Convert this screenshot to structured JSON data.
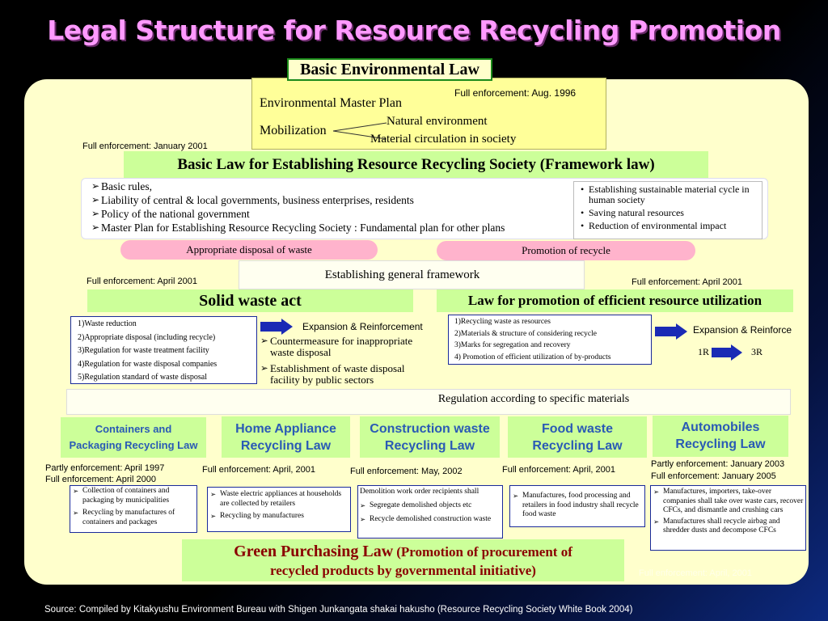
{
  "title": "Legal Structure for Resource Recycling Promotion",
  "basic_env": {
    "label": "Basic Environmental Law",
    "enforcement": "Full enforcement: Aug. 1996",
    "master_plan": "Environmental Master Plan",
    "mobilization": "Mobilization",
    "natural": "Natural environment",
    "material": "Material circulation in society"
  },
  "framework": {
    "enforcement": "Full enforcement: January 2001",
    "label": "Basic Law for Establishing Resource Recycling Society (Framework law)",
    "items": [
      "Basic rules,",
      "Liability of central & local governments, business enterprises, residents",
      "Policy of the national government",
      "Master Plan for Establishing Resource Recycling Society : Fundamental plan for other plans"
    ],
    "goals": [
      "Establishing sustainable material cycle in human society",
      "Saving natural resources",
      "Reduction of environmental impact"
    ],
    "pink_left": "Appropriate disposal of waste",
    "pink_right": "Promotion of recycle",
    "general_framework": "Establishing general framework"
  },
  "solid_waste": {
    "enforcement": "Full enforcement: April 2001",
    "label": "Solid waste act",
    "items": [
      "1)Waste reduction",
      "2)Appropriate disposal (including recycle)",
      "3)Regulation for waste treatment facility",
      "4)Regulation for waste disposal companies",
      "5)Regulation standard of waste disposal"
    ],
    "expansion": "Expansion & Reinforcement",
    "measures": [
      "Countermeasure for inappropriate waste disposal",
      "Establishment of waste disposal facility by public sectors"
    ]
  },
  "efficient": {
    "enforcement": "Full enforcement: April 2001",
    "label": "Law for promotion of efficient resource utilization",
    "items": [
      "1)Recycling waste as resources",
      "2)Materials & structure of considering recycle",
      "3)Marks for segregation and recovery",
      "4) Promotion of efficient utilization of by-products"
    ],
    "expansion": "Expansion & Reinforce",
    "from": "1R",
    "to": "3R"
  },
  "specific": {
    "label": "Regulation according to specific materials",
    "laws": [
      {
        "name_lines": [
          "Containers and",
          "Packaging Recycling Law"
        ],
        "enforcement": [
          "Partly enforcement: April 1997",
          "Full enforcement: April 2000"
        ],
        "items": [
          "Collection of containers and packaging by municipalities",
          "Recycling by manufactures of containers and packages"
        ]
      },
      {
        "name_lines": [
          "Home Appliance",
          "Recycling Law"
        ],
        "enforcement": [
          "Full enforcement: April, 2001"
        ],
        "items": [
          "Waste electric appliances at households are collected by retailers",
          "Recycling by manufactures"
        ]
      },
      {
        "name_lines": [
          "Construction waste",
          "Recycling Law"
        ],
        "enforcement": [
          "Full enforcement: May, 2002"
        ],
        "heading": "Demolition work order recipients shall",
        "items": [
          "Segregate demolished objects etc",
          "Recycle demolished construction waste"
        ]
      },
      {
        "name_lines": [
          "Food waste",
          "Recycling Law"
        ],
        "enforcement": [
          "Full enforcement: April, 2001"
        ],
        "items": [
          "Manufactures, food processing and retailers in food industry shall recycle food waste"
        ]
      },
      {
        "name_lines": [
          "Automobiles",
          "Recycling Law"
        ],
        "enforcement": [
          "Partly enforcement: January 2003",
          "Full enforcement: January 2005"
        ],
        "items": [
          "Manufactures, importers, take-over companies shall take over waste cars, recover CFCs, and dismantle and crushing cars",
          "Manufactures shall recycle airbag and shredder dusts and decompose CFCs"
        ]
      }
    ]
  },
  "green": {
    "main": "Green Purchasing Law",
    "line1": "(Promotion of procurement of",
    "line2": "recycled products by governmental initiative)",
    "enforcement": "Full enforcement: April, 2001"
  },
  "source": "Source: Compiled by Kitakyushu Environment Bureau with Shigen Junkangata shakai hakusho (Resource Recycling Society White Book 2004)"
}
